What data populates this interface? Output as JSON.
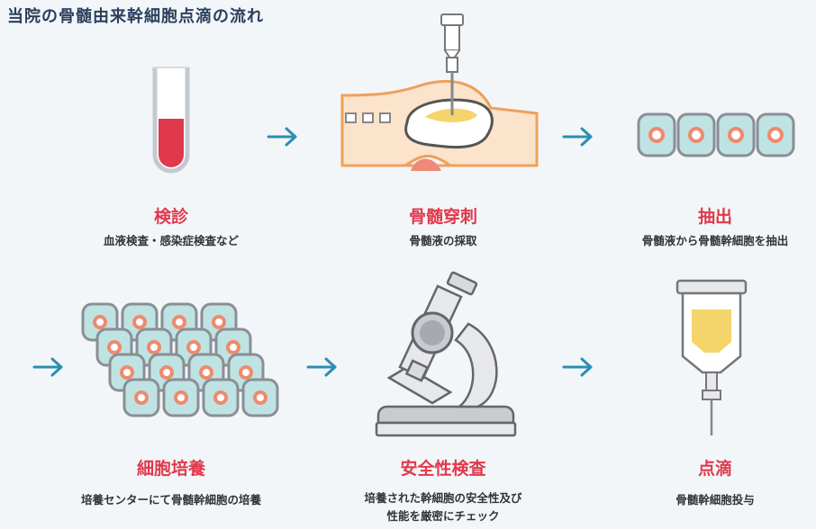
{
  "title": "当院の骨髄由来幹細胞点滴の流れ",
  "steps": [
    {
      "title": "検診",
      "description": "血液検査・感染症検査など",
      "icon": "test-tube-icon"
    },
    {
      "title": "骨髄穿刺",
      "description": "骨髄液の採取",
      "icon": "bone-marrow-puncture-icon"
    },
    {
      "title": "抽出",
      "description": "骨髄液から骨髄幹細胞を抽出",
      "icon": "extracted-cells-icon"
    },
    {
      "title": "細胞培養",
      "description": "培養センターにて骨髄幹細胞の培養",
      "icon": "cultured-cells-icon"
    },
    {
      "title": "安全性検査",
      "description_line1": "培養された幹細胞の安全性及び",
      "description_line2": "性能を厳密にチェック",
      "icon": "microscope-icon"
    },
    {
      "title": "点滴",
      "description": "骨髄幹細胞投与",
      "icon": "iv-drip-icon"
    }
  ],
  "colors": {
    "title": "#2a3f5c",
    "step_title": "#e0394d",
    "arrow": "#2a8fb0",
    "cell_fill": "#bfe3e3",
    "cell_nucleus": "#ef8a6e",
    "blood": "#e0394d",
    "marrow_yellow": "#f5d46b"
  }
}
